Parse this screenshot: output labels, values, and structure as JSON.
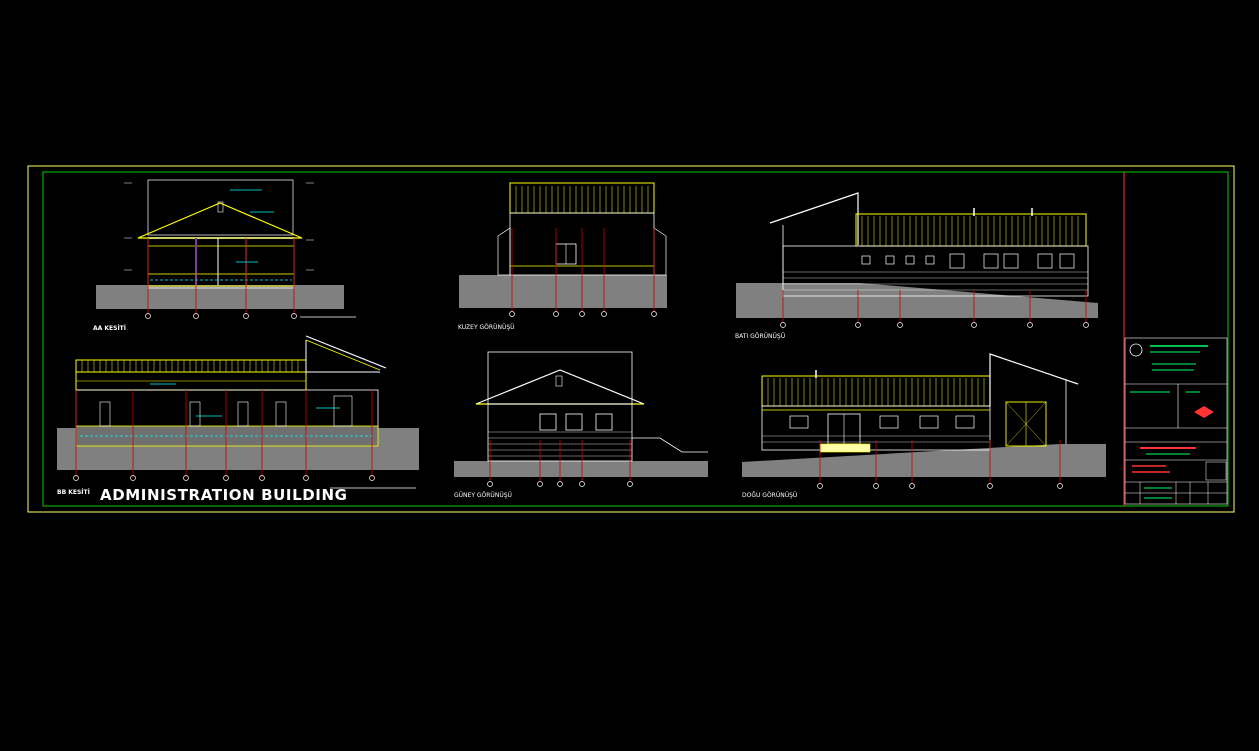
{
  "drawing": {
    "title": "ADMINISTRATION BUILDING",
    "colors": {
      "background": "#000000",
      "frame": "#ffff66",
      "inner_frame": "#00cc00",
      "outline": "#ffffff",
      "roof": "#ffff00",
      "ground": "#808080",
      "axis": "#cc0000",
      "annotation": "#00ffff",
      "title_block_red": "#ff3333",
      "title_block_green": "#00ff66"
    },
    "views": [
      {
        "id": "aa",
        "label": "AA KESİTİ"
      },
      {
        "id": "bb",
        "label": "BB KESİTİ"
      },
      {
        "id": "kuzey",
        "label": "KUZEY GÖRÜNÜŞÜ"
      },
      {
        "id": "guney",
        "label": "GÜNEY GÖRÜNÜŞÜ"
      },
      {
        "id": "bati",
        "label": "BATI GÖRÜNÜŞÜ"
      },
      {
        "id": "dogu",
        "label": "DOĞU GÖRÜNÜŞÜ"
      }
    ]
  }
}
